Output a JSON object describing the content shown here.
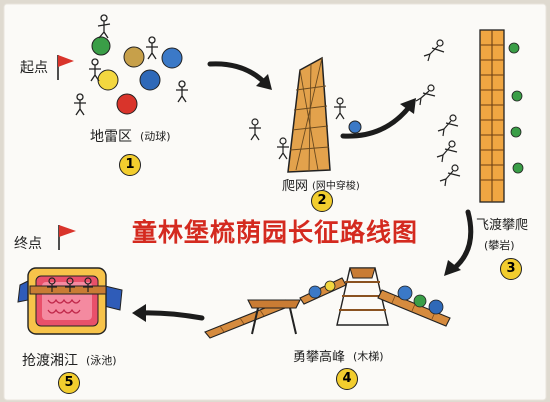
{
  "title": "童林堡梳荫园长征路线图",
  "colors": {
    "title": "#d42a1f",
    "arrow": "#1c1c1c",
    "flag": "#d9342b",
    "number_fill": "#f2cd2e",
    "paper": "#fbfaf7",
    "background": "#dfdad0"
  },
  "start_label": "起点",
  "end_label": "终点",
  "stations": [
    {
      "name": "地雷区",
      "note": "(动球)",
      "number": "1"
    },
    {
      "name": "爬网",
      "note": "(网中穿梭)",
      "number": "2"
    },
    {
      "name": "飞渡攀爬",
      "note": "(攀岩)",
      "number": "3"
    },
    {
      "name": "勇攀高峰",
      "note": "(木梯)",
      "number": "4"
    },
    {
      "name": "抢渡湘江",
      "note": "(泳池)",
      "number": "5"
    }
  ],
  "icons": [
    "start-flag-icon",
    "end-flag-icon",
    "arrow-icon",
    "stick-figure-icon",
    "ball-icon",
    "net-tower-icon",
    "ladder-icon",
    "bridge-icon",
    "pool-icon"
  ]
}
